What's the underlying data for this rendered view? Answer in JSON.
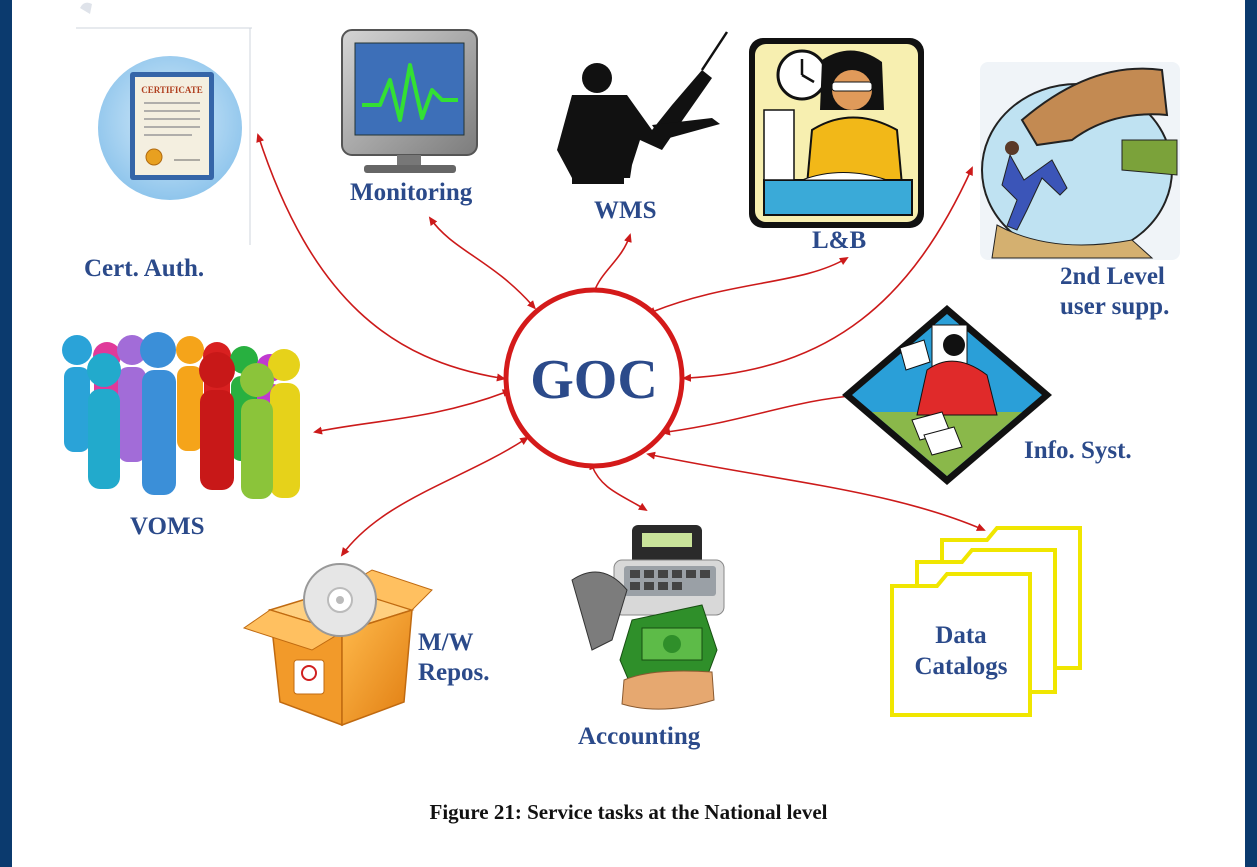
{
  "center": {
    "label": "GOC"
  },
  "nodes": {
    "cert_auth": "Cert. Auth.",
    "monitoring": "Monitoring",
    "wms": "WMS",
    "lb": "L&B",
    "second_level": [
      "2nd Level",
      "user supp."
    ],
    "voms": "VOMS",
    "info_syst": "Info. Syst.",
    "mw_repos": [
      "M/W",
      "Repos."
    ],
    "accounting": "Accounting",
    "data_catalogs": [
      "Data",
      "Catalogs"
    ]
  },
  "certificate_text": "CERTIFICATE",
  "caption": "Figure 21: Service tasks at the National level",
  "colors": {
    "arrow": "#cc1a1a",
    "label": "#2b4a8a",
    "border": "#0b3a6e"
  }
}
